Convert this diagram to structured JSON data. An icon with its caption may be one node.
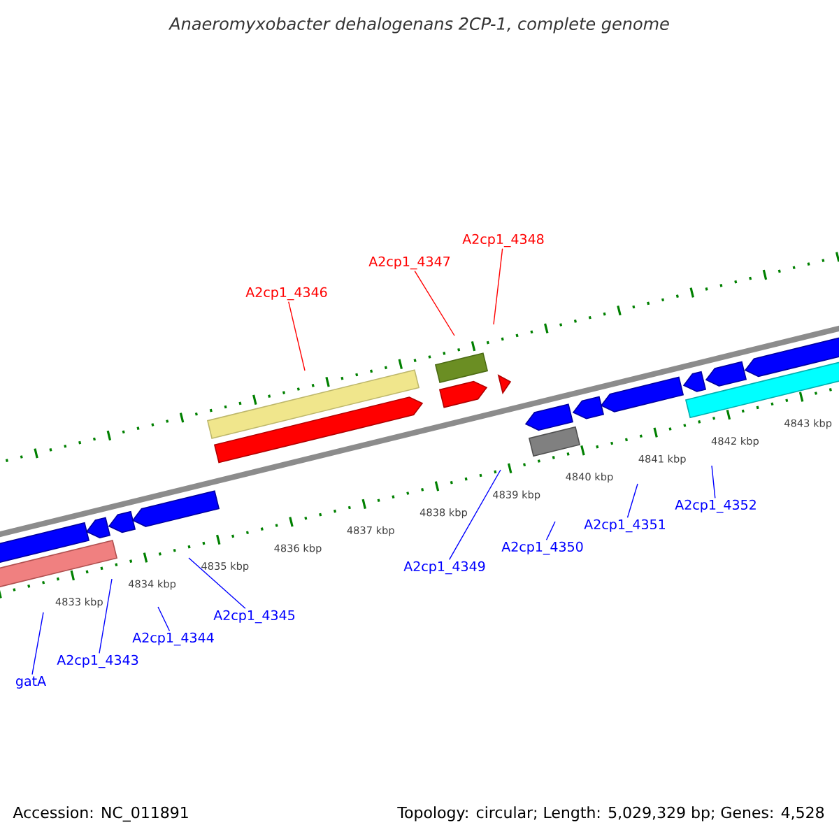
{
  "diagram": {
    "title": "Anaeromyxobacter dehalogenans 2CP-1, complete genome",
    "nodes": [
      {
        "text": [
          "A2cp1_4346"
        ]
      },
      {
        "text": [
          "A2cp1_4347"
        ]
      },
      {
        "text": [
          "A2cp1_4348"
        ]
      },
      {
        "text": [
          "gatA"
        ]
      },
      {
        "text": [
          "A2cp1_4343"
        ]
      },
      {
        "text": [
          "A2cp1_4344"
        ]
      },
      {
        "text": [
          "A2cp1_4345"
        ]
      },
      {
        "text": [
          "A2cp1_4349"
        ]
      },
      {
        "text": [
          "A2cp1_4350"
        ]
      },
      {
        "text": [
          "A2cp1_4351"
        ]
      },
      {
        "text": [
          "A2cp1_4352"
        ]
      }
    ],
    "edges": [
      {
        "from": 0,
        "to": null,
        "arrow": "none",
        "color": "#ff0000"
      },
      {
        "from": 1,
        "to": null,
        "arrow": "none",
        "color": "#ff0000"
      },
      {
        "from": 2,
        "to": null,
        "arrow": "none",
        "color": "#ff0000"
      },
      {
        "from": 3,
        "to": null,
        "arrow": "none"
      },
      {
        "from": 4,
        "to": null,
        "arrow": "none"
      },
      {
        "from": 5,
        "to": null,
        "arrow": "none"
      },
      {
        "from": 6,
        "to": null,
        "arrow": "none"
      },
      {
        "from": 7,
        "to": null,
        "arrow": "none"
      },
      {
        "from": 8,
        "to": null,
        "arrow": "none"
      },
      {
        "from": 9,
        "to": null,
        "arrow": "none"
      },
      {
        "from": 10,
        "to": null,
        "arrow": "none"
      }
    ],
    "labels": [
      "4833 kbp",
      "4834 kbp",
      "4835 kbp",
      "4836 kbp",
      "4837 kbp",
      "4838 kbp",
      "4839 kbp",
      "4840 kbp",
      "4841 kbp",
      "4842 kbp",
      "4843 kbp",
      "Accession: NC_011891",
      "Topology: circular; Length: 5,029,329 bp; Genes: 4,528"
    ]
  }
}
